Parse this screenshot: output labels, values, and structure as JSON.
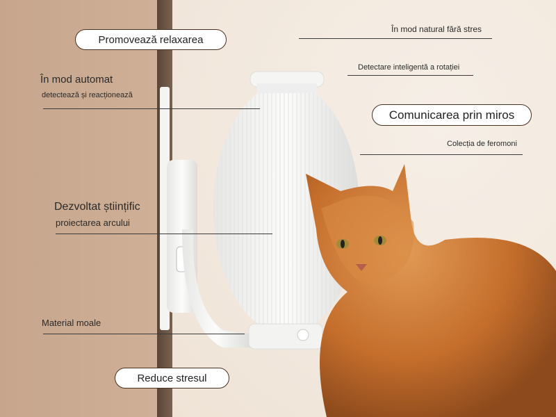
{
  "pills": {
    "relax": "Promovează relaxarea",
    "stress": "Reduce stresul",
    "scent": "Comunicarea prin miros"
  },
  "labels": {
    "auto_title": "În mod automat",
    "auto_sub": "detectează și reacționează",
    "sci_title": "Dezvoltat științific",
    "sci_sub": "proiectarea arcului",
    "soft": "Material moale",
    "natural": "În mod natural fără stres",
    "rotation": "Detectare inteligentă a rotației",
    "pheromone": "Colecția de feromoni"
  },
  "colors": {
    "wall": "#c6a58c",
    "background": "#f3ebe2",
    "pill_border": "#4a3020",
    "cat": "#c9712e"
  }
}
